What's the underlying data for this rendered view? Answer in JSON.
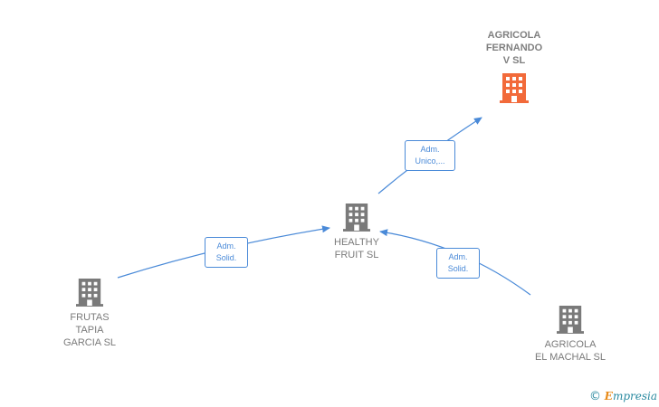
{
  "nodes": {
    "agricola_fernando": {
      "label": "AGRICOLA\nFERNANDO\nV  SL",
      "color": "#f26a3a"
    },
    "healthy_fruit": {
      "label": "HEALTHY\nFRUIT  SL",
      "color": "#7a7a7a"
    },
    "frutas_tapia": {
      "label": "FRUTAS\nTAPIA\nGARCIA SL",
      "color": "#7a7a7a"
    },
    "agricola_machal": {
      "label": "AGRICOLA\nEL MACHAL  SL",
      "color": "#7a7a7a"
    }
  },
  "edges": {
    "healthy_to_fernando": "Adm.\nUnico,...",
    "tapia_to_healthy": "Adm.\nSolid.",
    "machal_to_healthy": "Adm.\nSolid."
  },
  "colors": {
    "edge": "#4a8ad8"
  },
  "footer": {
    "copyright": "©",
    "brand_first": "E",
    "brand_rest": "mpresia"
  }
}
